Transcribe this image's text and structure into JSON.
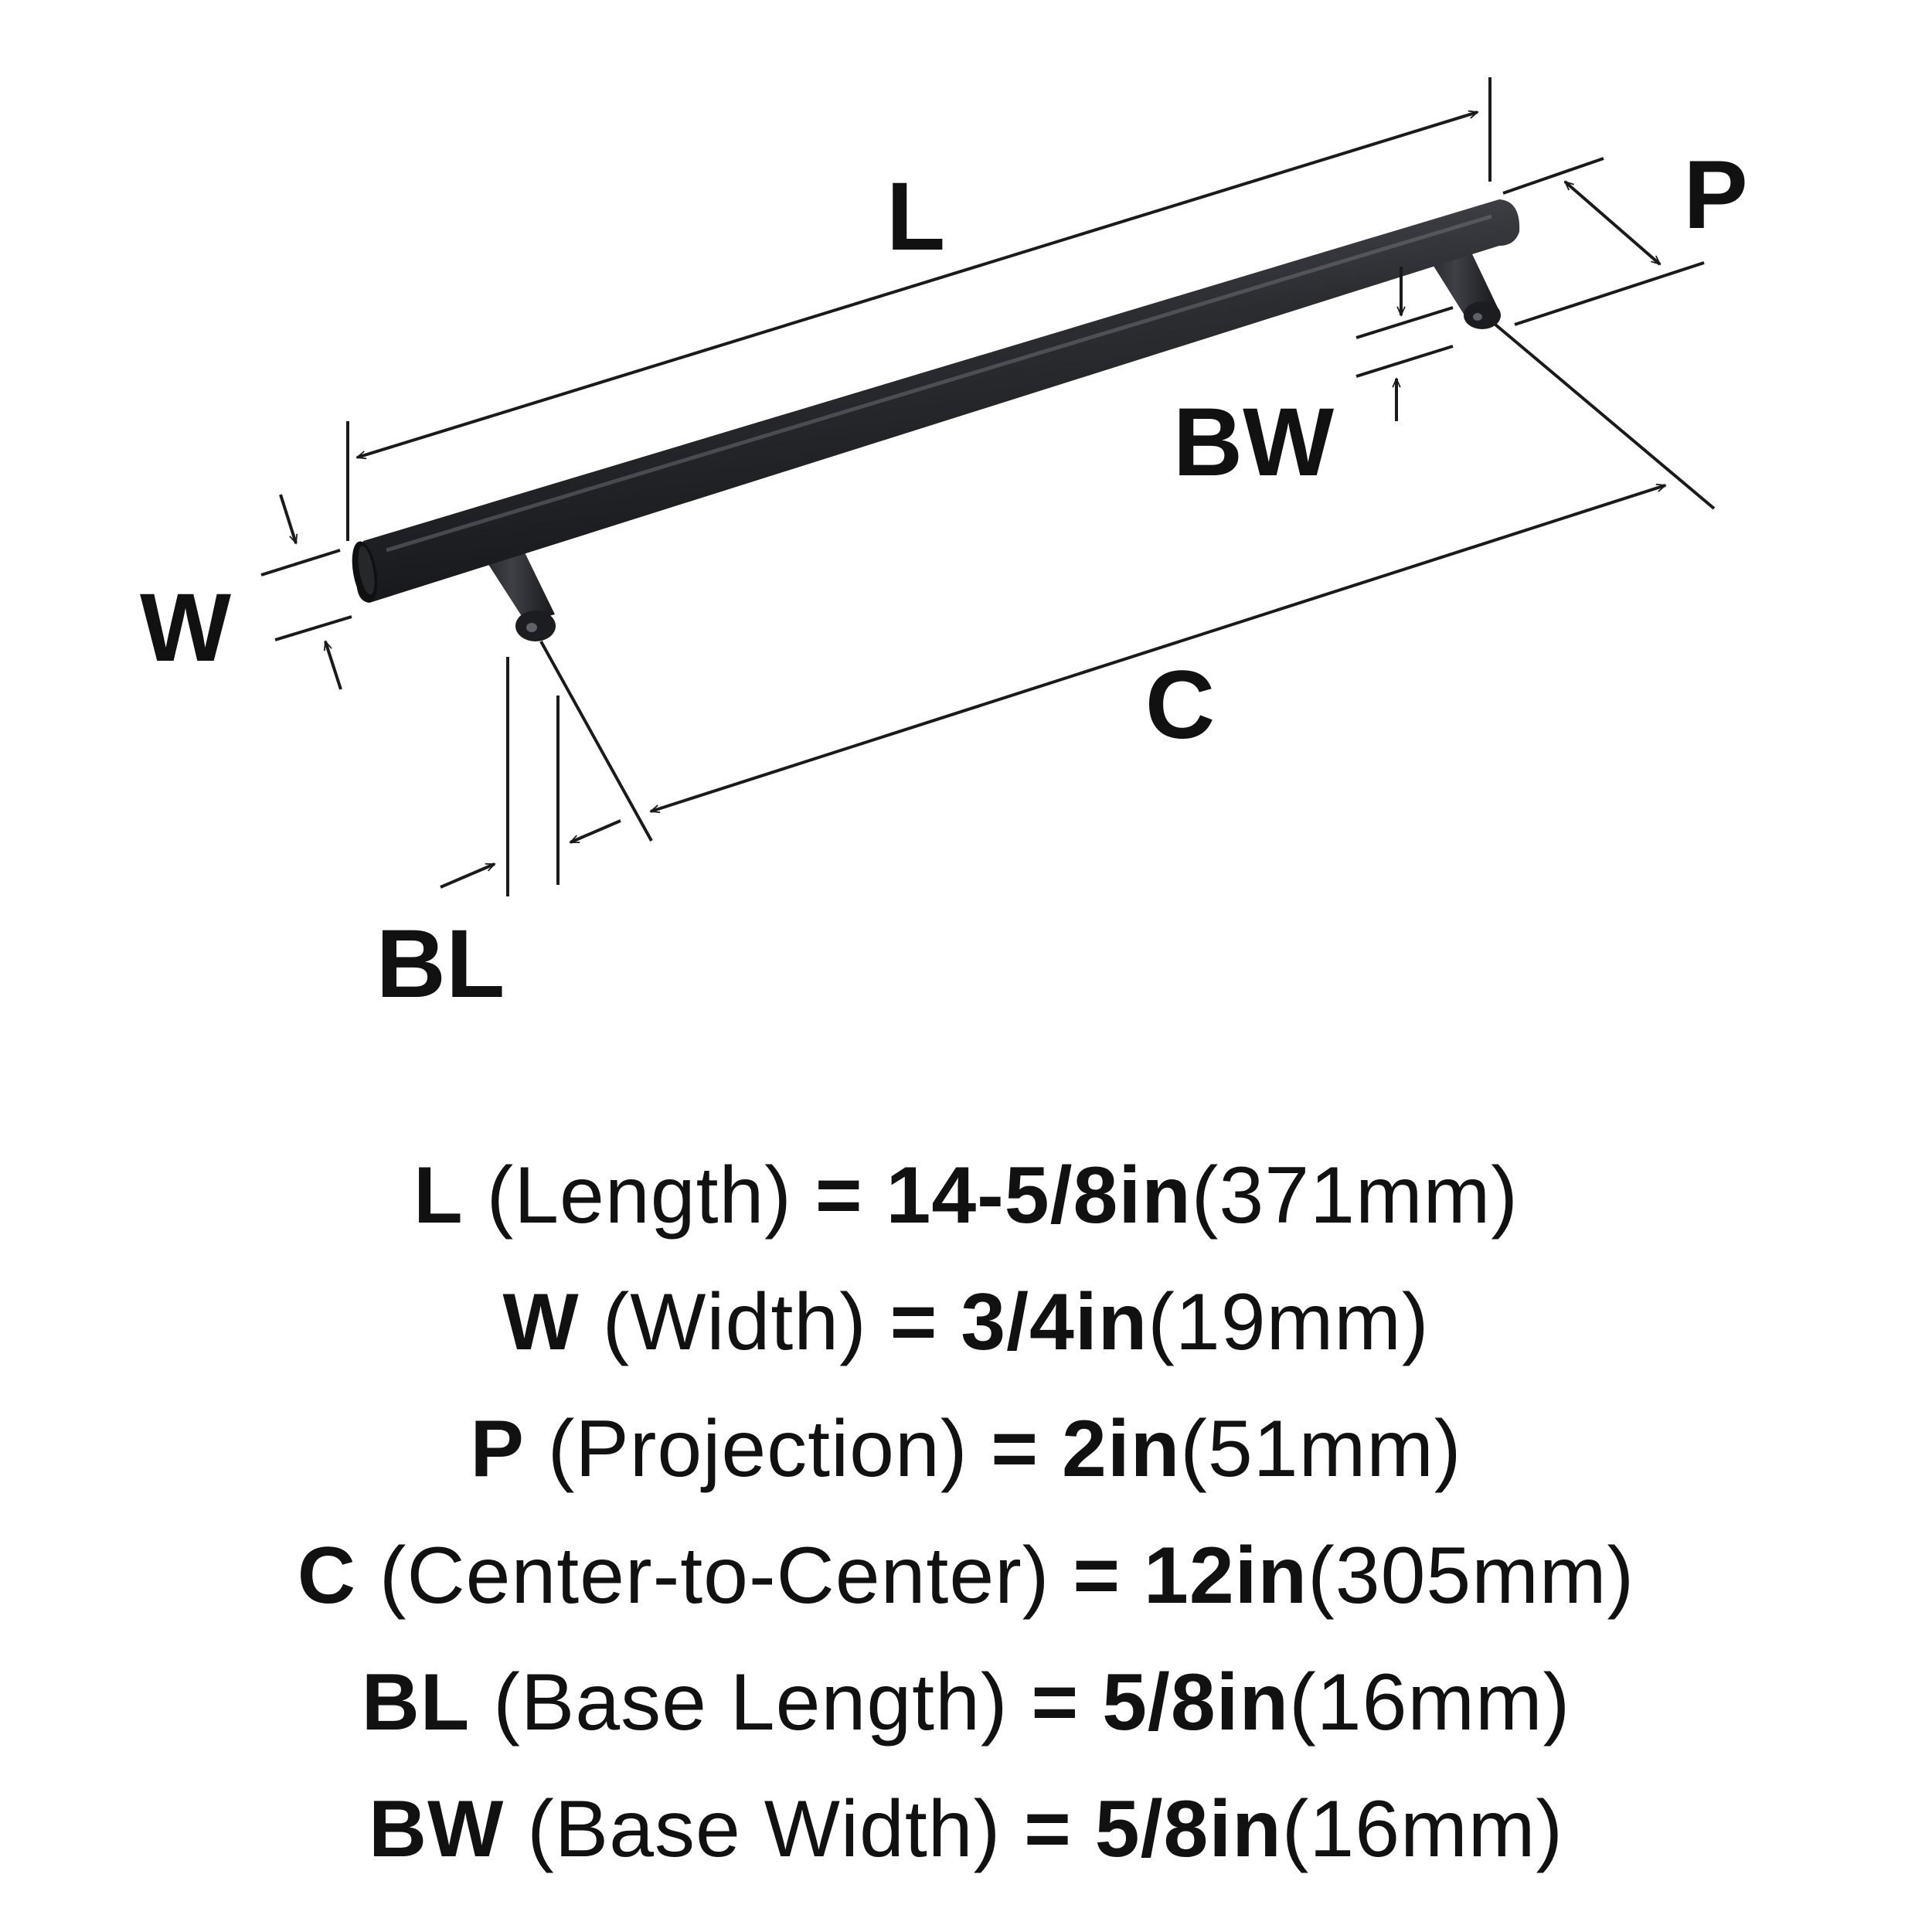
{
  "diagram": {
    "labels": {
      "L": "L",
      "W": "W",
      "P": "P",
      "C": "C",
      "BL": "BL",
      "BW": "BW"
    },
    "colors": {
      "line": "#1a1a1a",
      "handle_dark": "#1e1f21",
      "handle_mid": "#3b3d41",
      "handle_light": "#6b6e73"
    }
  },
  "specs": [
    {
      "key": "L",
      "desc": "(Length)",
      "eq": "=",
      "imperial": "14-5/8in",
      "metric": "(371mm)"
    },
    {
      "key": "W",
      "desc": "(Width)",
      "eq": "=",
      "imperial": "3/4in",
      "metric": "(19mm)"
    },
    {
      "key": "P",
      "desc": "(Projection)",
      "eq": "=",
      "imperial": "2in",
      "metric": "(51mm)"
    },
    {
      "key": "C",
      "desc": "(Center-to-Center)",
      "eq": "=",
      "imperial": "12in",
      "metric": "(305mm)"
    },
    {
      "key": "BL",
      "desc": "(Base Length)",
      "eq": "=",
      "imperial": "5/8in",
      "metric": "(16mm)"
    },
    {
      "key": "BW",
      "desc": "(Base Width)",
      "eq": "=",
      "imperial": "5/8in",
      "metric": "(16mm)"
    }
  ]
}
